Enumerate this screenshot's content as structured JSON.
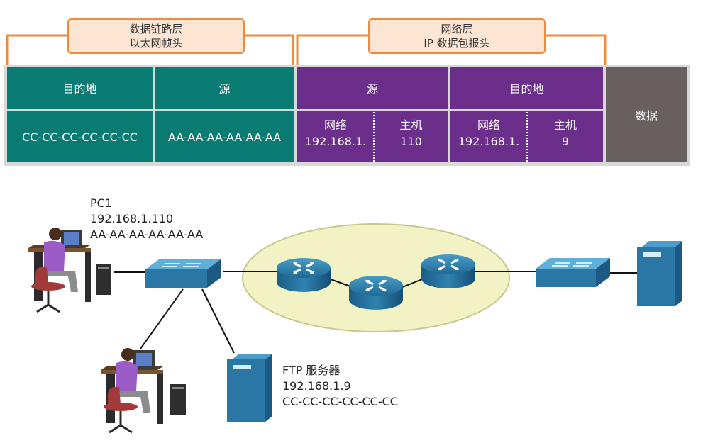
{
  "header": {
    "datalink": {
      "line1": "数据链路层",
      "line2": "以太网帧头"
    },
    "network": {
      "line1": "网络层",
      "line2": "IP 数据包报头"
    }
  },
  "frame": {
    "eth_dst_title": "目的地",
    "eth_src_title": "源",
    "ip_src_title": "源",
    "ip_dst_title": "目的地",
    "data_label": "数据",
    "eth_dst_mac": "CC-CC-CC-CC-CC-CC",
    "eth_src_mac": "AA-AA-AA-AA-AA-AA",
    "ip_src": {
      "net_label": "网络",
      "net_value": "192.168.1.",
      "host_label": "主机",
      "host_value": "110"
    },
    "ip_dst": {
      "net_label": "网络",
      "net_value": "192.168.1.",
      "host_label": "主机",
      "host_value": "9"
    }
  },
  "nodes": {
    "pc1": {
      "name": "PC1",
      "ip": "192.168.1.110",
      "mac": "AA-AA-AA-AA-AA-AA"
    },
    "ftp": {
      "name": "FTP 服务器",
      "ip": "192.168.1.9",
      "mac": "CC-CC-CC-CC-CC-CC"
    }
  },
  "colors": {
    "teal": "#0a7b73",
    "purple": "#6b2f8b",
    "gray": "#68605f",
    "orange": "#f08a3c",
    "cloud": "#f3f2c4",
    "device_blue": "#2a77a6"
  }
}
